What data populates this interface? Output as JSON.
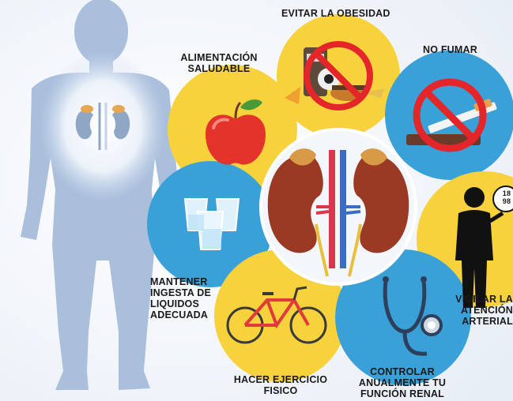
{
  "labels": {
    "obesity": "EVITAR LA OBESIDAD",
    "healthy_food_line1": "ALIMENTACIÓN",
    "healthy_food_line2": "SALUDABLE",
    "no_smoking": "NO FUMAR",
    "fluids_line1": "MANTENER",
    "fluids_line2": "INGESTA DE",
    "fluids_line3": "LIQUIDOS",
    "fluids_line4": "ADECUADA",
    "blood_pressure_line1": "VIGILAR LA",
    "blood_pressure_line2": "ATENCIÓN",
    "blood_pressure_line3": "ARTERIAL",
    "exercise_line1": "HACER  EJERCICIO",
    "exercise_line2": "FISICO",
    "renal_line1": "CONTROLAR",
    "renal_line2": "ANUALMENTE TU",
    "renal_line3": "FUNCIÓN RENAL",
    "gauge_top": "18",
    "gauge_bottom": "98"
  },
  "icons": [
    "human-body-icon",
    "junk-food-prohibited-icon",
    "apple-icon",
    "cigarette-prohibited-icon",
    "water-glasses-icon",
    "kidneys-icon",
    "blood-pressure-gauge-icon",
    "bicycle-icon",
    "stethoscope-icon"
  ],
  "colors": {
    "yellow": "#f7d23c",
    "blue": "#3aa0d8",
    "body": "#a9bfdc",
    "prohibition_red": "#e4262a"
  }
}
